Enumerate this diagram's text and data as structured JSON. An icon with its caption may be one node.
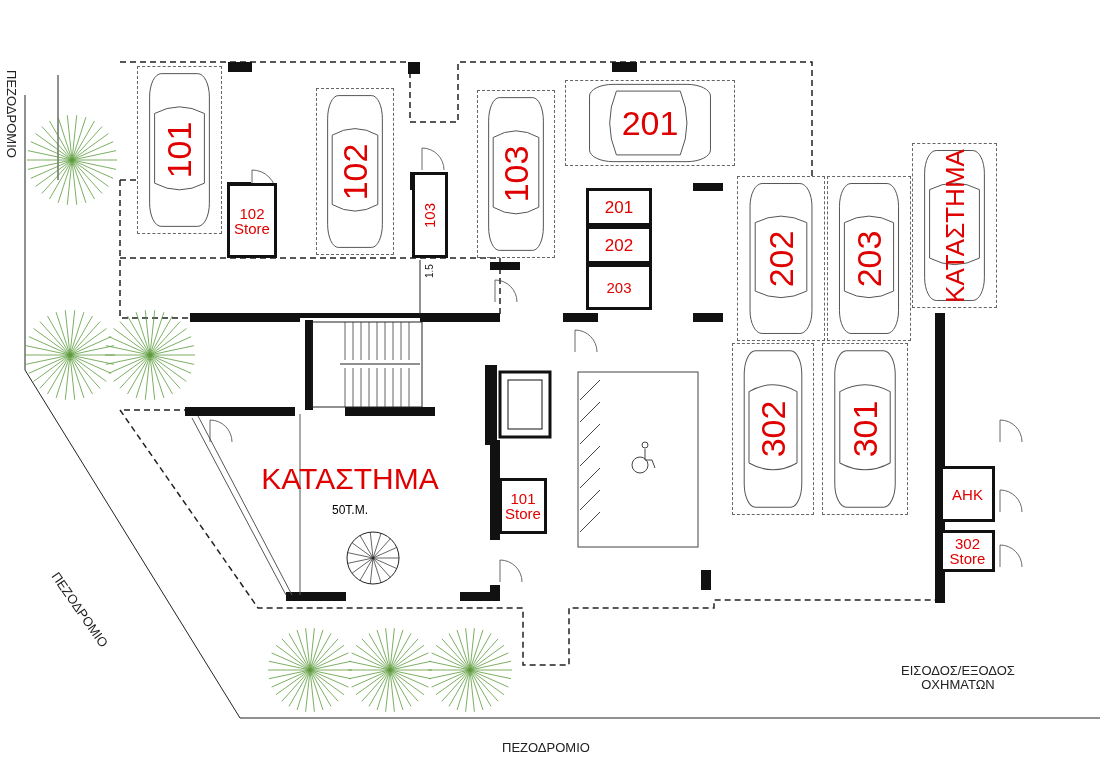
{
  "diagram": {
    "nodes": [
      {
        "text": [
          "101"
        ]
      },
      {
        "text": [
          "102 Store"
        ]
      },
      {
        "text": [
          "102"
        ]
      },
      {
        "text": [
          "103"
        ]
      },
      {
        "text": [
          "103"
        ]
      },
      {
        "text": [
          "201"
        ]
      },
      {
        "text": [
          "201"
        ]
      },
      {
        "text": [
          "202"
        ]
      },
      {
        "text": [
          "203"
        ]
      },
      {
        "text": [
          "202"
        ]
      },
      {
        "text": [
          "203"
        ]
      },
      {
        "text": [
          "ΚΑΤΑΣΤΗΜΑ"
        ]
      },
      {
        "text": [
          "302"
        ]
      },
      {
        "text": [
          "301"
        ]
      },
      {
        "text": [
          "ΚΑΤΑΣΤΗΜΑ",
          "50Τ.Μ."
        ]
      },
      {
        "text": [
          "101 Store"
        ]
      },
      {
        "text": [
          "ΑΗΚ"
        ]
      },
      {
        "text": [
          "302 Store"
        ]
      }
    ],
    "labels": [
      "ΠΕΖΟΔΡΟΜΙΟ",
      "1.5",
      "ΠΕΖΟΔΡΟΜΙΟ",
      "ΕΙΣΟΔΟΣ/ΕΞΟΔΟΣ ΟΧΗΜΑΤΩΝ",
      "ΠΕΖΟΔΡΟΜΙΟ"
    ]
  }
}
